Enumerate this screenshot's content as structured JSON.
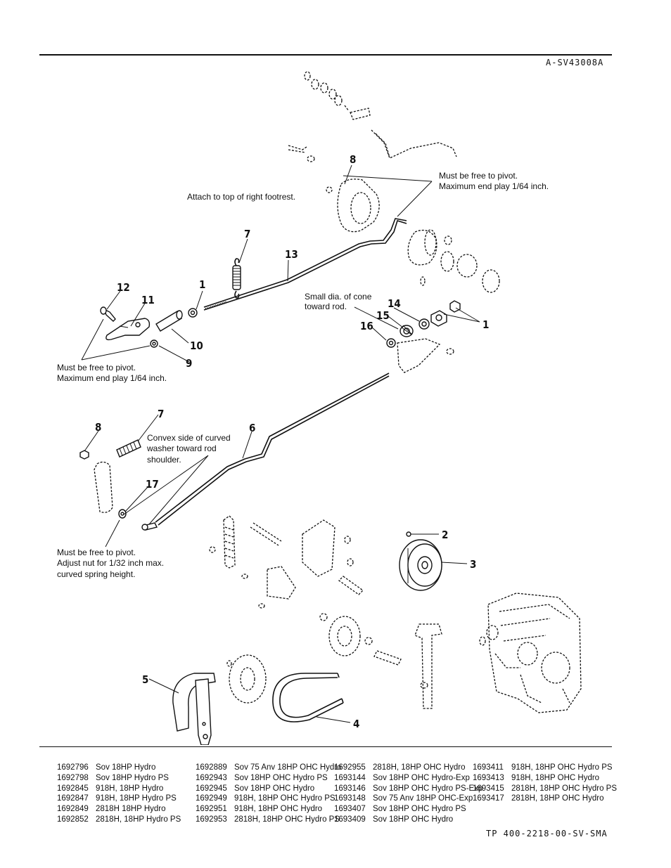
{
  "header": {
    "code": "A-SV43008A"
  },
  "footer": {
    "code": "TP 400-2218-00-SV-SMA"
  },
  "callouts": {
    "c1a": "1",
    "c1b": "1",
    "c2": "2",
    "c3": "3",
    "c4": "4",
    "c5": "5",
    "c6": "6",
    "c7a": "7",
    "c7b": "7",
    "c8a": "8",
    "c8b": "8",
    "c9": "9",
    "c10": "10",
    "c11": "11",
    "c12": "12",
    "c13": "13",
    "c14": "14",
    "c15": "15",
    "c16": "16",
    "c17": "17"
  },
  "notes": {
    "pivot_top_1": "Must be free to pivot.",
    "pivot_top_2": "Maximum end play 1/64 inch.",
    "footrest": "Attach to top of right footrest.",
    "cone_1": "Small dia. of cone",
    "cone_2": "toward rod.",
    "pivot_left_1": "Must be free to pivot.",
    "pivot_left_2": "Maximum end play 1/64 inch.",
    "convex_1": "Convex side of curved",
    "convex_2": "washer toward rod",
    "convex_3": "shoulder.",
    "adjust_1": "Must be free to pivot.",
    "adjust_2": "Adjust nut for 1/32 inch max.",
    "adjust_3": "curved spring height."
  },
  "models": [
    [
      {
        "pn": "1692796",
        "desc": "Sov 18HP Hydro"
      },
      {
        "pn": "1692798",
        "desc": "Sov 18HP Hydro PS"
      },
      {
        "pn": "1692845",
        "desc": "918H, 18HP Hydro"
      },
      {
        "pn": "1692847",
        "desc": "918H, 18HP Hydro PS"
      },
      {
        "pn": "1692849",
        "desc": "2818H 18HP Hydro"
      },
      {
        "pn": "1692852",
        "desc": "2818H, 18HP Hydro PS"
      }
    ],
    [
      {
        "pn": "1692889",
        "desc": "Sov 75 Anv 18HP OHC Hydro"
      },
      {
        "pn": "1692943",
        "desc": "Sov 18HP OHC Hydro PS"
      },
      {
        "pn": "1692945",
        "desc": "Sov 18HP OHC Hydro"
      },
      {
        "pn": "1692949",
        "desc": "918H, 18HP OHC Hydro PS"
      },
      {
        "pn": "1692951",
        "desc": "918H, 18HP OHC Hydro"
      },
      {
        "pn": "1692953",
        "desc": "2818H, 18HP OHC Hydro PS"
      }
    ],
    [
      {
        "pn": "1692955",
        "desc": "2818H, 18HP OHC Hydro"
      },
      {
        "pn": "1693144",
        "desc": "Sov 18HP OHC Hydro-Exp"
      },
      {
        "pn": "1693146",
        "desc": "Sov 18HP OHC Hydro PS-Exp"
      },
      {
        "pn": "1693148",
        "desc": "Sov 75 Anv 18HP OHC-Exp"
      },
      {
        "pn": "1693407",
        "desc": "Sov 18HP OHC Hydro PS"
      },
      {
        "pn": "1693409",
        "desc": "Sov 18HP OHC Hydro"
      }
    ],
    [
      {
        "pn": "1693411",
        "desc": "918H, 18HP OHC Hydro PS"
      },
      {
        "pn": "1693413",
        "desc": "918H, 18HP OHC Hydro"
      },
      {
        "pn": "1693415",
        "desc": "2818H, 18HP OHC Hydro PS"
      },
      {
        "pn": "1693417",
        "desc": "2818H, 18HP OHC Hydro"
      }
    ]
  ]
}
